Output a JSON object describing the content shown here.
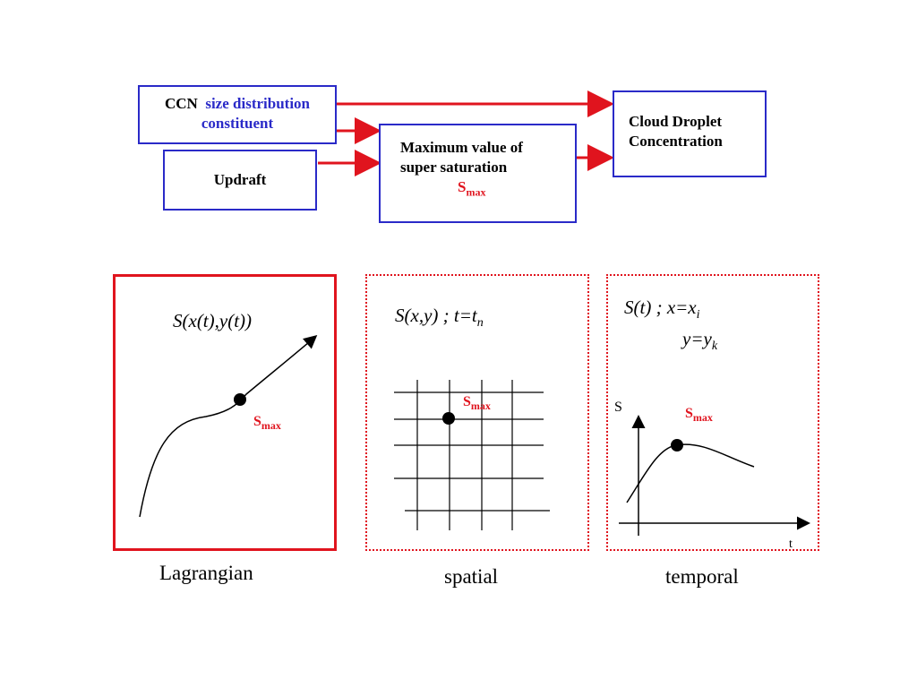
{
  "flow": {
    "ccn_box": {
      "prefix": "CCN",
      "line1": "size distribution",
      "line2": "constituent"
    },
    "updraft_box": {
      "label": "Updraft"
    },
    "smax_box": {
      "line1": "Maximum value of",
      "line2": "super saturation",
      "symbol": "S",
      "subscript": "max"
    },
    "cdnc_box": {
      "line1": "Cloud Droplet",
      "line2": "Concentration"
    }
  },
  "panels": {
    "lagrangian": {
      "formula": "S(x(t),y(t))",
      "smax_symbol": "S",
      "smax_subscript": "max",
      "caption": "Lagrangian"
    },
    "spatial": {
      "formula_prefix": "S(x,y) ; t=t",
      "formula_sub": "n",
      "smax_symbol": "S",
      "smax_subscript": "max",
      "caption": "spatial"
    },
    "temporal": {
      "formula_line1_prefix": "S(t) ; x=x",
      "formula_line1_sub": "i",
      "formula_line2_prefix": "y=y",
      "formula_line2_sub": "k",
      "smax_symbol": "S",
      "smax_subscript": "max",
      "axis_y": "S",
      "axis_x": "t",
      "caption": "temporal"
    }
  },
  "colors": {
    "box_border": "#2a2ac8",
    "accent_red": "#e0141e",
    "text": "#000000"
  }
}
